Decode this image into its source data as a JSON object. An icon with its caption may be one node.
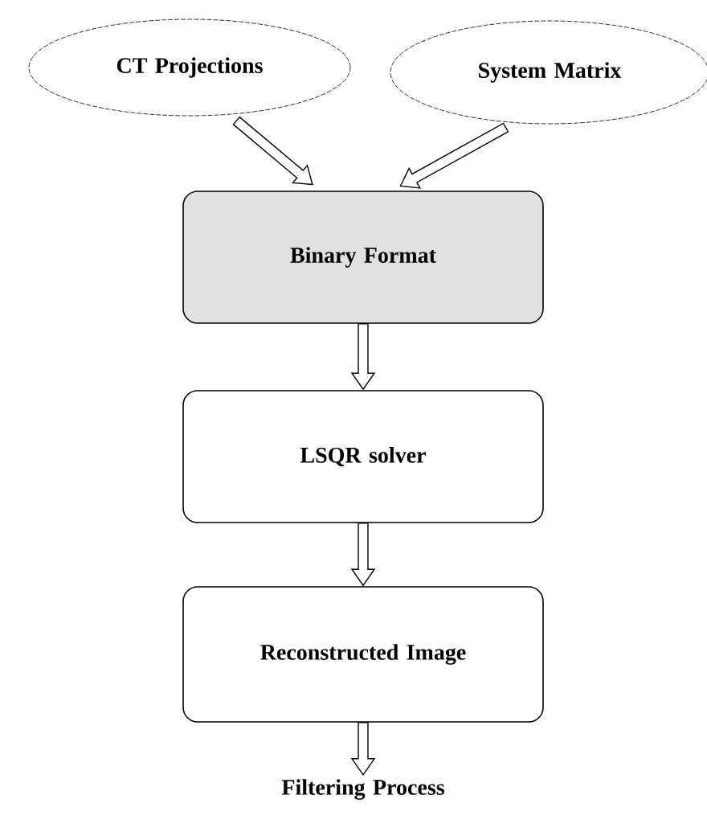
{
  "diagram": {
    "nodes": [
      {
        "text": [
          "CT Projections"
        ]
      },
      {
        "text": [
          "System Matrix"
        ]
      },
      {
        "text": [
          "Binary Format"
        ]
      },
      {
        "text": [
          "LSQR solver"
        ]
      },
      {
        "text": [
          "Reconstructed Image"
        ]
      },
      {
        "text": [
          "Filtering Process"
        ]
      }
    ],
    "edges": [
      {
        "from": 0,
        "to": 2,
        "arrow": "to"
      },
      {
        "from": 1,
        "to": 2,
        "arrow": "to"
      },
      {
        "from": 2,
        "to": 3,
        "arrow": "to"
      },
      {
        "from": 3,
        "to": 4,
        "arrow": "to"
      },
      {
        "from": 4,
        "to": 5,
        "arrow": "to"
      }
    ]
  }
}
